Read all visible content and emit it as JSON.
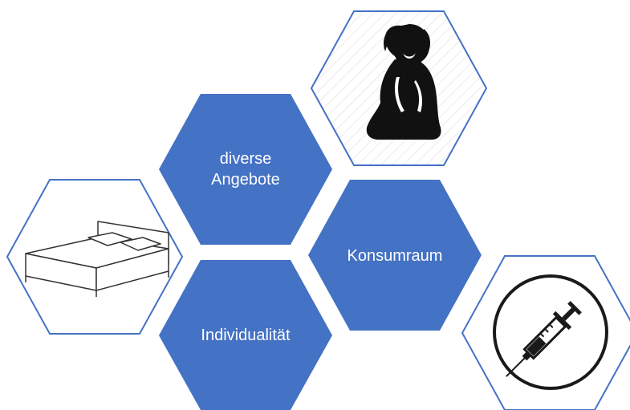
{
  "hexagons": {
    "diverse_angebote": {
      "line1": "diverse",
      "line2": "Angebote"
    },
    "konsumraum": {
      "label": "Konsumraum"
    },
    "individualitaet": {
      "label": "Individualität"
    }
  },
  "icons": {
    "dog": "dog-icon",
    "bed": "bed-icon",
    "syringe": "syringe-icon"
  },
  "colors": {
    "hex_fill": "#4472C4",
    "hex_outline": "#4472C4",
    "icon_dark": "#111111"
  }
}
